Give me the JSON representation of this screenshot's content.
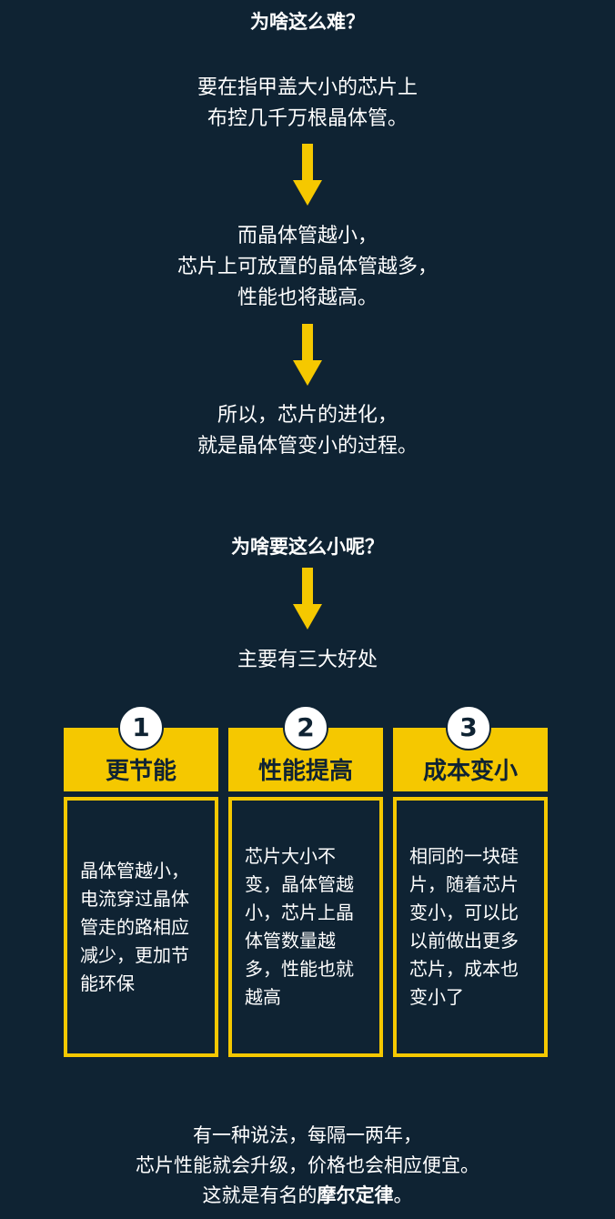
{
  "section1": {
    "heading": "为啥这么难？",
    "line1": "要在指甲盖大小的芯片上",
    "line2": "布控几千万根晶体管。",
    "para2_line1": "而晶体管越小，",
    "para2_line2": "芯片上可放置的晶体管越多，",
    "para2_line3": "性能也将越高。",
    "para3_line1": "所以，芯片的进化，",
    "para3_line2": "就是晶体管变小的过程。"
  },
  "section2": {
    "heading": "为啥要这么小呢？",
    "intro": "主要有三大好处"
  },
  "cards": [
    {
      "number": "1",
      "title": "更节能",
      "text": "晶体管越小，电流穿过晶体管走的路相应减少，更加节能环保"
    },
    {
      "number": "2",
      "title": "性能提高",
      "text": "芯片大小不变，晶体管越小，芯片上晶体管数量越多，性能也就越高"
    },
    {
      "number": "3",
      "title": "成本变小",
      "text": "相同的一块硅片，随着芯片变小，可以比以前做出更多芯片，成本也变小了"
    }
  ],
  "footer": {
    "line1": "有一种说法，每隔一两年，",
    "line2": "芯片性能就会升级，价格也会相应便宜。",
    "line3_prefix": "这就是有名的",
    "line3_bold": "摩尔定律",
    "line3_suffix": "。"
  },
  "colors": {
    "background": "#0f2333",
    "accent": "#f5c800",
    "text": "#ffffff"
  },
  "icons": [
    "down-arrow-icon",
    "number-badge"
  ]
}
